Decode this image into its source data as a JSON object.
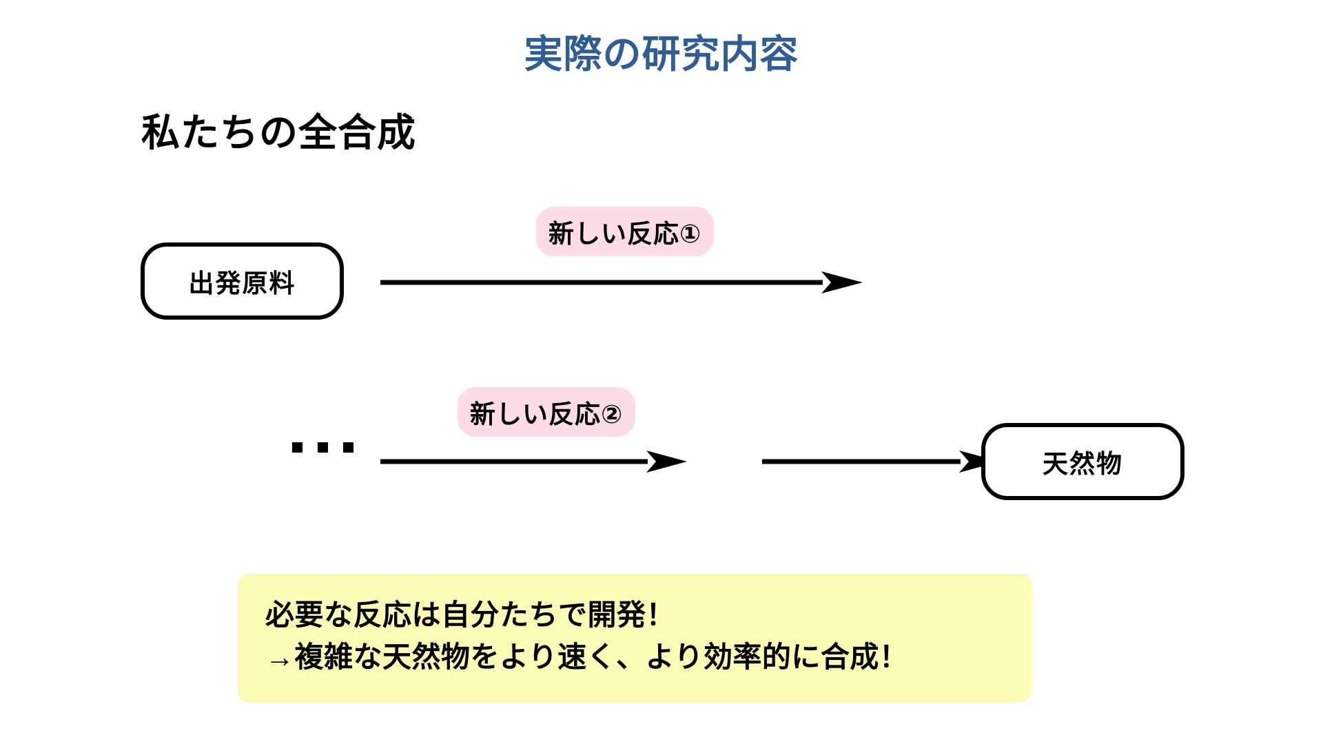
{
  "slide": {
    "title": "実際の研究内容",
    "title_color": "#2e5e95",
    "background_color": "#ffffff",
    "section_heading": "私たちの全合成"
  },
  "diagram": {
    "nodes": [
      {
        "id": "start-material",
        "label": "出発原料"
      },
      {
        "id": "natural-product",
        "label": "天然物"
      }
    ],
    "chips": [
      {
        "id": "reaction-1",
        "label": "新しい反応①",
        "color": "#fbdce8"
      },
      {
        "id": "reaction-2",
        "label": "新しい反応②",
        "color": "#fbdce8"
      }
    ],
    "ellipsis": "…",
    "arrows": [
      {
        "id": "arrow-1",
        "direction": "right",
        "length": 672
      },
      {
        "id": "arrow-2",
        "direction": "right",
        "length": 390
      },
      {
        "id": "arrow-3",
        "direction": "right",
        "length": 290
      }
    ]
  },
  "callout": {
    "background_color": "#fbfbb5",
    "lines": [
      "必要な反応は自分たちで開発！",
      "→複雑な天然物をより速く、より効率的に合成！"
    ]
  }
}
